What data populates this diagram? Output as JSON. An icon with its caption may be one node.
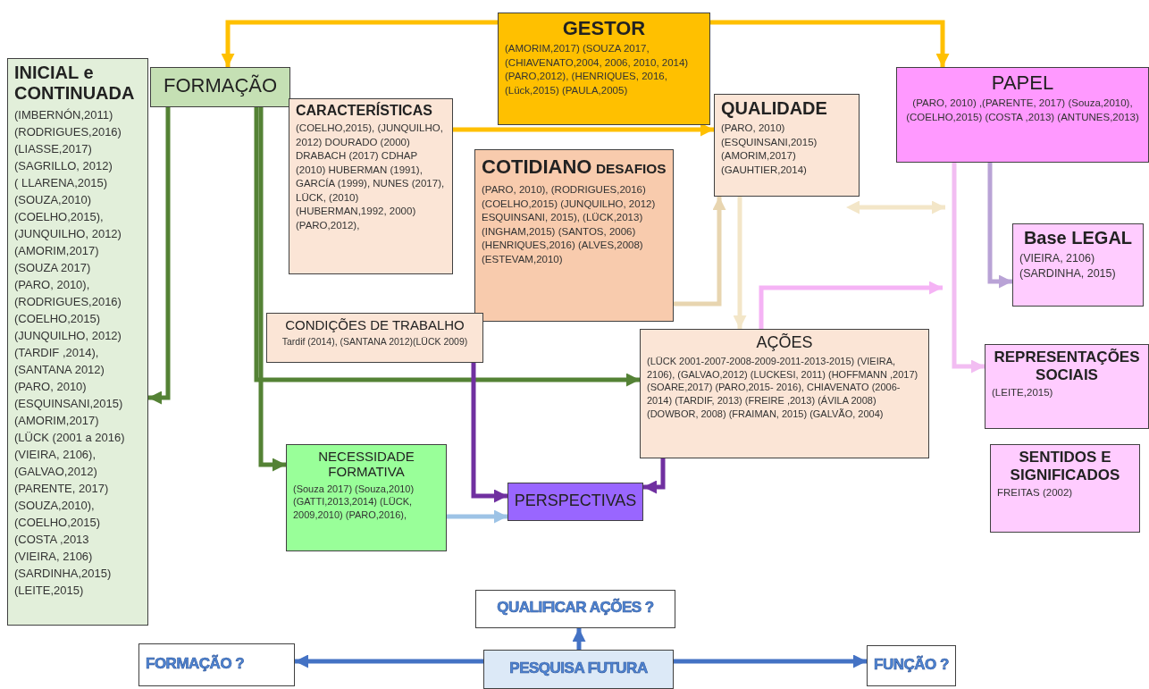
{
  "diagram": {
    "nodes": [
      {
        "text": [
          "INICIAL e CONTINUADA",
          "(IMBERNÓN,2011)",
          "(RODRIGUES,2016)",
          "(LIASSE,2017)",
          "(SAGRILLO, 2012)",
          "( LLARENA,2015)",
          "(SOUZA,2010)",
          "(COELHO,2015),",
          "(JUNQUILHO, 2012)",
          "(AMORIM,2017)",
          "(SOUZA 2017)",
          "(PARO, 2010),",
          "(RODRIGUES,2016)",
          "(COELHO,2015)",
          "(JUNQUILHO, 2012)",
          "(TARDIF ,2014),",
          "(SANTANA 2012)",
          "(PARO, 2010)",
          "(ESQUINSANI,2015)",
          "(AMORIM,2017)",
          "(LÜCK (2001 a 2016)",
          "(VIEIRA, 2106),",
          "(GALVAO,2012)",
          "(PARENTE, 2017)",
          "(SOUZA,2010),",
          "(COELHO,2015)",
          "(COSTA ,2013",
          "(VIEIRA, 2106)",
          "(SARDINHA,2015)",
          "(LEITE,2015)"
        ]
      },
      {
        "text": [
          "FORMAÇÃO"
        ]
      },
      {
        "text": [
          "GESTOR",
          "(AMORIM,2017) (SOUZA 2017, (CHIAVENATO,2004, 2006, 2010, 2014) (PARO,2012), (HENRIQUES, 2016, (Lück,2015) (PAULA,2005)"
        ]
      },
      {
        "text": [
          "CARACTERÍSTICAS",
          "(COELHO,2015), (JUNQUILHO, 2012) DOURADO (2000) DRABACH (2017) CDHAP (2010) HUBERMAN (1991), GARCÍA (1999), NUNES (2017), LÜCK, (2010) (HUBERMAN,1992, 2000) (PARO,2012),"
        ]
      },
      {
        "text": [
          "COTIDIANO",
          "DESAFIOS",
          "(PARO, 2010), (RODRIGUES,2016) (COELHO,2015) (JUNQUILHO, 2012) ESQUINSANI, 2015), (LÜCK,2013) (INGHAM,2015) (SANTOS, 2006) (HENRIQUES,2016) (ALVES,2008) (ESTEVAM,2010)"
        ]
      },
      {
        "text": [
          "QUALIDADE",
          "(PARO, 2010) (ESQUINSANI,2015) (AMORIM,2017) (GAUHTIER,2014)"
        ]
      },
      {
        "text": [
          "PAPEL",
          "(PARO, 2010) ,(PARENTE, 2017) (Souza,2010), (COELHO,2015) (COSTA ,2013) (ANTUNES,2013)"
        ]
      },
      {
        "text": [
          "Base LEGAL",
          "(VIEIRA, 2106) (SARDINHA, 2015)"
        ]
      },
      {
        "text": [
          "CONDIÇÕES DE TRABALHO",
          "Tardif (2014), (SANTANA 2012)(LÜCK 2009)"
        ]
      },
      {
        "text": [
          "AÇÕES",
          "(LÜCK 2001-2007-2008-2009-2011-2013-2015) (VIEIRA, 2106), (GALVAO,2012) (LUCKESI, 2011) (HOFFMANN ,2017) (SOARE,2017) (PARO,2015- 2016), CHIAVENATO (2006-2014) (TARDIF, 2013) (FREIRE ,2013) (ÁVILA 2008) (DOWBOR, 2008) (FRAIMAN, 2015) (GALVÃO, 2004)"
        ]
      },
      {
        "text": [
          "REPRESENTAÇÕES SOCIAIS",
          "(LEITE,2015)"
        ]
      },
      {
        "text": [
          "SENTIDOS E SIGNIFICADOS",
          "FREITAS (2002)"
        ]
      },
      {
        "text": [
          "NECESSIDADE FORMATIVA",
          "(Souza 2017) (Souza,2010) (GATTI,2013,2014) (LÜCK, 2009,2010) (PARO,2016),"
        ]
      },
      {
        "text": [
          "PERSPECTIVAS"
        ]
      },
      {
        "text": [
          "QUALIFICAR AÇÕES ?"
        ]
      },
      {
        "text": [
          "FORMAÇÃO ?"
        ]
      },
      {
        "text": [
          "PESQUISA  FUTURA"
        ]
      },
      {
        "text": [
          "FUNÇÃO ?"
        ]
      }
    ],
    "edges": [
      {
        "from": 2,
        "to": 1,
        "arrow": "to",
        "color": "#ffc000"
      },
      {
        "from": 2,
        "to": 6,
        "arrow": "to",
        "color": "#ffc000"
      },
      {
        "from": 3,
        "to": 5,
        "arrow": "both",
        "color": "#ffc000"
      },
      {
        "from": 1,
        "to": 0,
        "arrow": "to",
        "color": "#548235"
      },
      {
        "from": 1,
        "to": 9,
        "arrow": "to",
        "color": "#548235"
      },
      {
        "from": 1,
        "to": 12,
        "arrow": "to",
        "color": "#548235"
      },
      {
        "from": 4,
        "to": 5,
        "arrow": "to",
        "color": "#e8d5b0"
      },
      {
        "from": 5,
        "to": 9,
        "arrow": "both",
        "color": "#f3e6c8"
      },
      {
        "from": 5,
        "to": null,
        "arrow": "both",
        "color": "#f3e6c8"
      },
      {
        "from": 6,
        "to": 10,
        "arrow": "both",
        "color": "#f2bdf2"
      },
      {
        "from": 6,
        "to": 7,
        "arrow": "both",
        "color": "#b9a3d6"
      },
      {
        "from": 9,
        "to": null,
        "arrow": "both",
        "color": "#f5b3f5"
      },
      {
        "from": 8,
        "to": 13,
        "arrow": "both",
        "color": "#7030a0"
      },
      {
        "from": 9,
        "to": 13,
        "arrow": "to",
        "color": "#7030a0"
      },
      {
        "from": 12,
        "to": 13,
        "arrow": "to",
        "color": "#9dc3e6"
      },
      {
        "from": 16,
        "to": 14,
        "arrow": "to",
        "color": "#4472c4"
      },
      {
        "from": 16,
        "to": 15,
        "arrow": "to",
        "color": "#4472c4"
      },
      {
        "from": 16,
        "to": 17,
        "arrow": "to",
        "color": "#4472c4"
      }
    ]
  }
}
